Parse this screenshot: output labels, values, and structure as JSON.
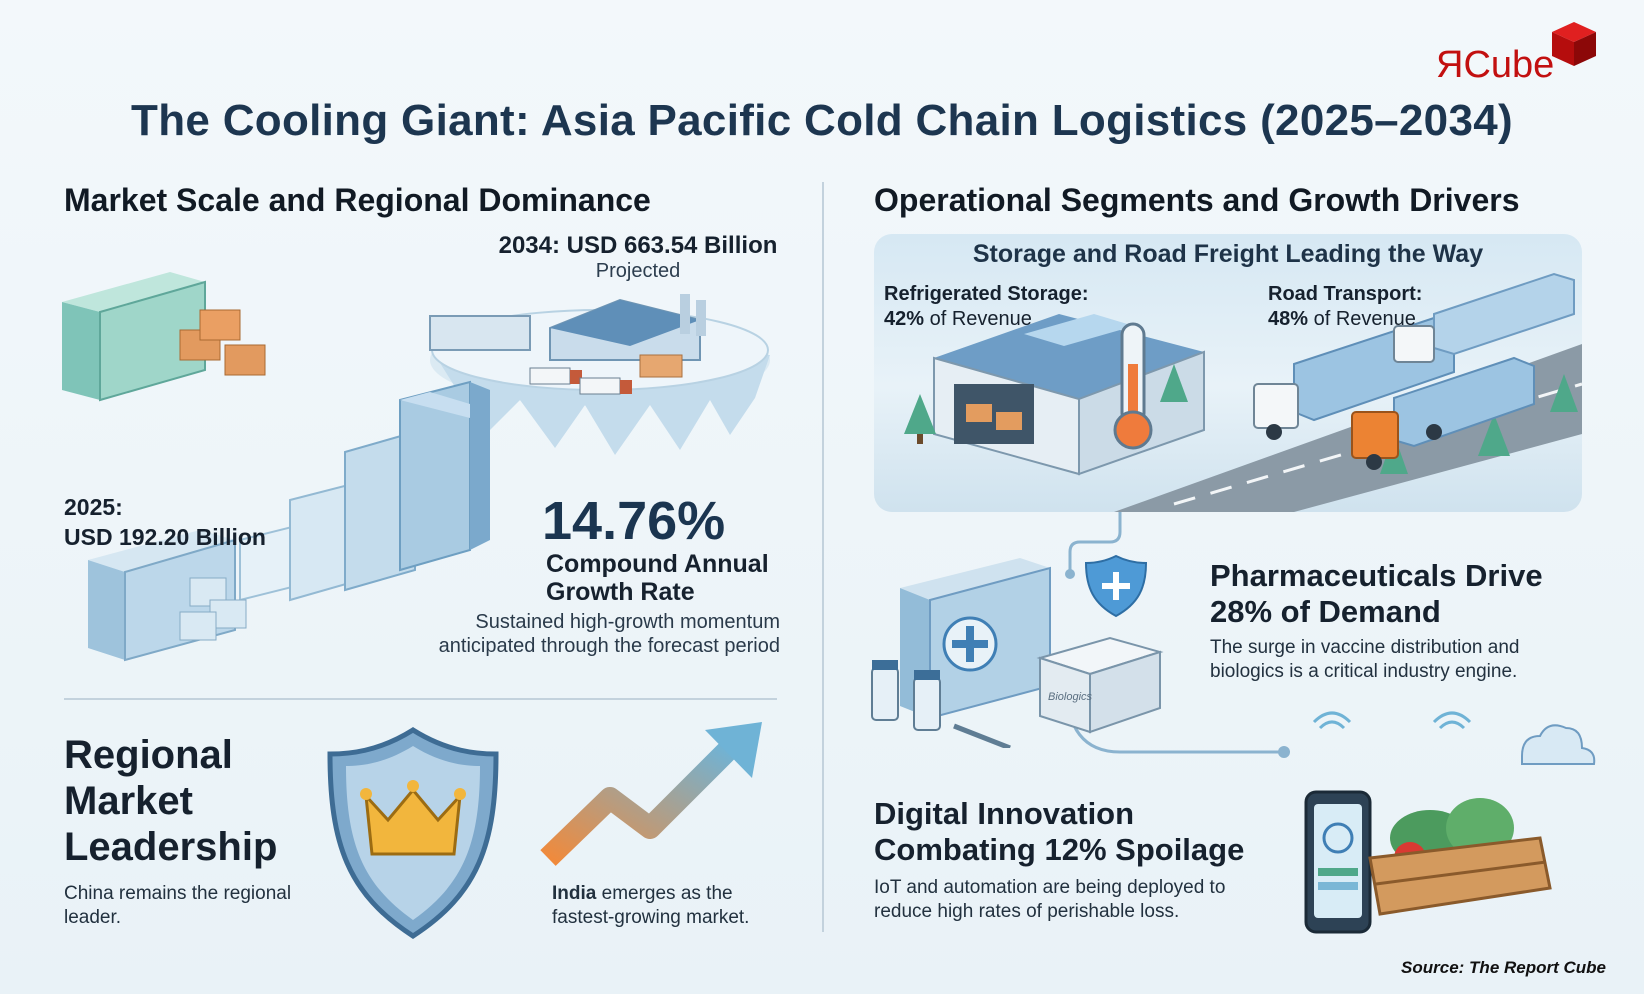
{
  "title": "The Cooling Giant: Asia Pacific Cold Chain Logistics (2025–2034)",
  "logo": {
    "text": "ЯCube"
  },
  "left": {
    "heading": "Market Scale and Regional Dominance",
    "projection": {
      "value": "2034: USD 663.54 Billion",
      "note": "Projected"
    },
    "base": {
      "year": "2025:",
      "value": "USD 192.20 Billion"
    },
    "cagr": {
      "value": "14.76%",
      "label": "Compound Annual Growth Rate",
      "desc": "Sustained high-growth momentum anticipated through the forecast period"
    },
    "regional": {
      "title": "Regional Market Leadership",
      "china": "China remains the regional leader.",
      "india_bold": "India",
      "india_rest": " emerges as the fastest-growing market."
    }
  },
  "right": {
    "heading": "Operational Segments and Growth Drivers",
    "panel_title": "Storage and Road Freight Leading the Way",
    "storage": {
      "label": "Refrigerated Storage:",
      "pct": "42%",
      "suffix": " of Revenue"
    },
    "road": {
      "label": "Road Transport:",
      "pct": "48%",
      "suffix": " of Revenue"
    },
    "pharma": {
      "title": "Pharmaceuticals Drive 28% of Demand",
      "desc": "The surge in vaccine distribution and biologics is a critical industry engine.",
      "box_label": "Biologics"
    },
    "digital": {
      "title": "Digital Innovation Combating 12% Spoilage",
      "desc": "IoT and automation are being deployed to reduce high rates of perishable loss."
    }
  },
  "source": "Source: The Report Cube",
  "colors": {
    "title": "#1d3650",
    "accent_red": "#c21010",
    "ice_blue": "#8fbcd8",
    "orange": "#e98a3a"
  }
}
